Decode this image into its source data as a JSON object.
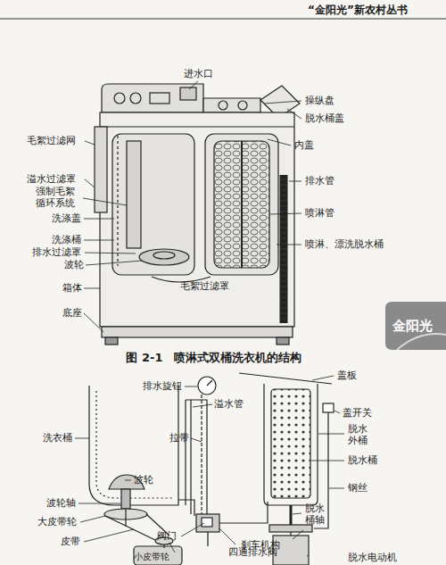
{
  "diagram": {
    "caption": "图 2-1　喷淋式双桶洗衣机的结构",
    "labels": [
      "“金阳光”新农村丛书",
      "进水口",
      "操纵盘",
      "毛絮过滤网",
      "脱水桶盖",
      "内盖",
      "溢水过滤罩",
      "排水管",
      "强制毛絮 循环系统",
      "洗涤盖",
      "喷淋管",
      "洗涤桶",
      "排水过滤罩",
      "喷淋、漂洗脱水桶",
      "波轮",
      "毛絮过滤罩",
      "箱体",
      "底座",
      "排水旋钮",
      "盖板",
      "溢水管",
      "盖开关",
      "洗衣桶",
      "拉带",
      "脱水 外桶",
      "脱水桶",
      "钢丝",
      "波轮",
      "波轮轴",
      "大皮带轮",
      "皮带",
      "阀门",
      "小皮带轮",
      "四通排水阀",
      "脱水 桶轴",
      "刹车机构",
      "脱水电动机",
      "金阳光"
    ]
  }
}
